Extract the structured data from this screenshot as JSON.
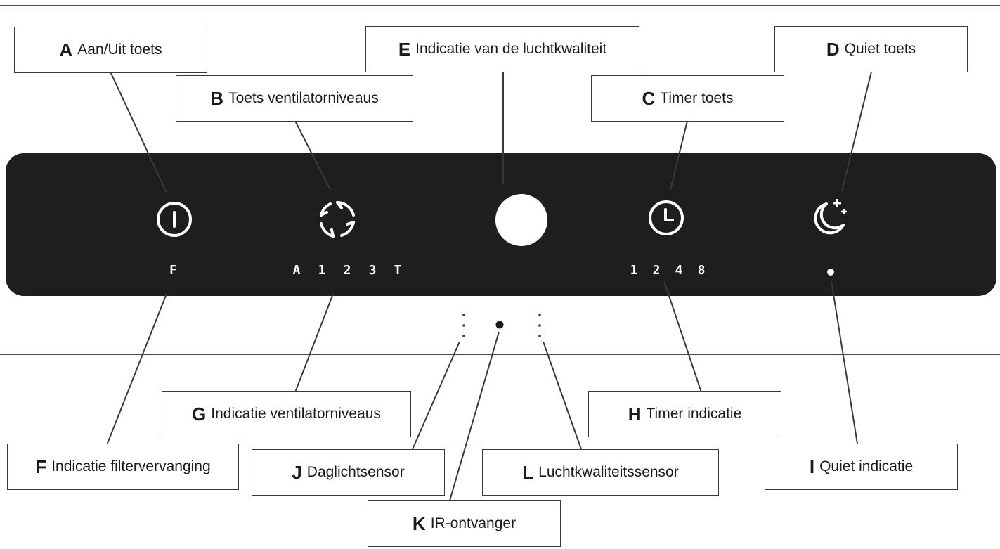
{
  "callouts": {
    "A": {
      "letter": "A",
      "text": "Aan/Uit toets"
    },
    "B": {
      "letter": "B",
      "text": "Toets ventilatorniveaus"
    },
    "C": {
      "letter": "C",
      "text": "Timer toets"
    },
    "D": {
      "letter": "D",
      "text": "Quiet toets"
    },
    "E": {
      "letter": "E",
      "text": "Indicatie van de luchtkwaliteit"
    },
    "F": {
      "letter": "F",
      "text": "Indicatie filtervervanging"
    },
    "G": {
      "letter": "G",
      "text": "Indicatie ventilatorniveaus"
    },
    "H": {
      "letter": "H",
      "text": "Timer indicatie"
    },
    "I": {
      "letter": "I",
      "text": "Quiet indicatie"
    },
    "J": {
      "letter": "J",
      "text": "Daglichtsensor"
    },
    "K": {
      "letter": "K",
      "text": "IR-ontvanger"
    },
    "L": {
      "letter": "L",
      "text": "Luchtkwaliteitssensor"
    }
  },
  "panel": {
    "filter_indicator": "F",
    "fan_levels": [
      "A",
      "1",
      "2",
      "3",
      "T"
    ],
    "timer_levels": [
      "1",
      "2",
      "4",
      "8"
    ]
  },
  "icons": {
    "power": "power-icon",
    "fan": "fan-icon",
    "air_quality": "air-quality-indicator-light",
    "timer": "clock-icon",
    "quiet": "moon-stars-icon"
  },
  "colors": {
    "panel": "#1e1e1e",
    "indicator": "#ffffff",
    "line": "#3a3a3a"
  }
}
